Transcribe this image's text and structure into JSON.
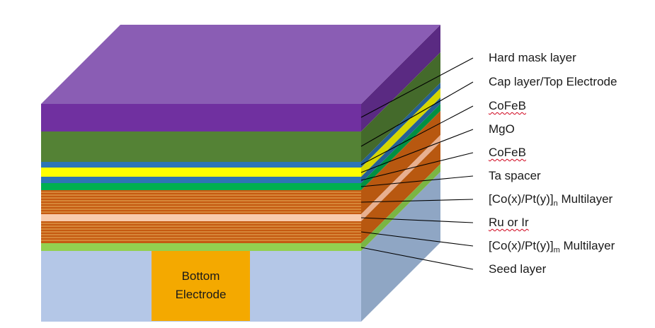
{
  "layers": [
    {
      "name": "hard-mask-layer",
      "label": "Hard mask layer",
      "color_front": "#7030a0",
      "color_top": "#8a5db4",
      "color_side": "#5a2a82"
    },
    {
      "name": "cap-layer",
      "label": "Cap layer/Top Electrode",
      "color_front": "#548235",
      "color_side": "#446a2b"
    },
    {
      "name": "cofeb-top",
      "label": "CoFeB",
      "color_front": "#2e75b6",
      "color_side": "#255f95"
    },
    {
      "name": "mgo",
      "label": "MgO",
      "color_front": "#ffff00",
      "color_side": "#d6d600"
    },
    {
      "name": "cofeb-bottom",
      "label": "CoFeB",
      "color_front": "#2e75b6",
      "color_side": "#255f95"
    },
    {
      "name": "ta-spacer",
      "label": "Ta spacer",
      "color_front": "#00b050",
      "color_side": "#009043"
    },
    {
      "name": "co-pt-n",
      "label_main": "[Co(x)/Pt(y)]",
      "label_sub": "n",
      "label_tail": " Multilayer",
      "color_front": "#c55a11",
      "color_stripe": "#e0a050",
      "color_side": "#b85810"
    },
    {
      "name": "ru-or-ir",
      "label": "Ru or Ir",
      "color_front": "#f8cbad",
      "color_side": "#e8b090"
    },
    {
      "name": "co-pt-m",
      "label_main": "[Co(x)/Pt(y)]",
      "label_sub": "m",
      "label_tail": " Multilayer",
      "color_front": "#c55a11",
      "color_stripe": "#e0a050",
      "color_side": "#b85810"
    },
    {
      "name": "seed-layer",
      "label": "Seed layer",
      "color_front": "#92d050",
      "color_side": "#7ab544"
    }
  ],
  "substrate": {
    "color_front": "#b4c7e7",
    "color_side": "#8fa6c4"
  },
  "bottom_electrode": {
    "line1": "Bottom",
    "line2": "Electrode",
    "color": "#f4a900"
  }
}
